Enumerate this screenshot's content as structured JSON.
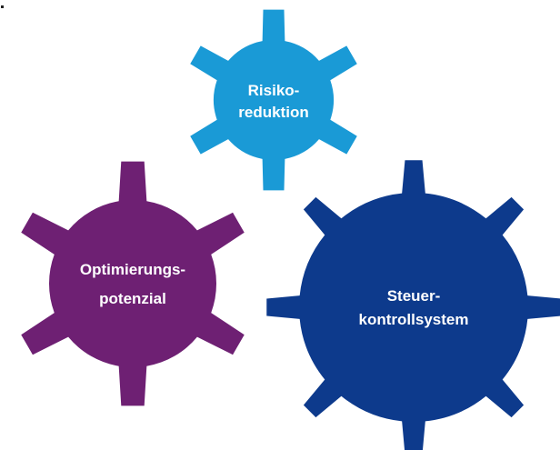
{
  "gears": [
    {
      "id": "risiko",
      "lines": [
        "Risiko-",
        "reduktion"
      ],
      "color": "#1a9ad6"
    },
    {
      "id": "optimierung",
      "lines": [
        "Optimierungs-",
        "potenzial"
      ],
      "color": "#6e2073"
    },
    {
      "id": "steuer",
      "lines": [
        "Steuer-",
        "kontrollsystem"
      ],
      "color": "#0d3a8c"
    }
  ]
}
